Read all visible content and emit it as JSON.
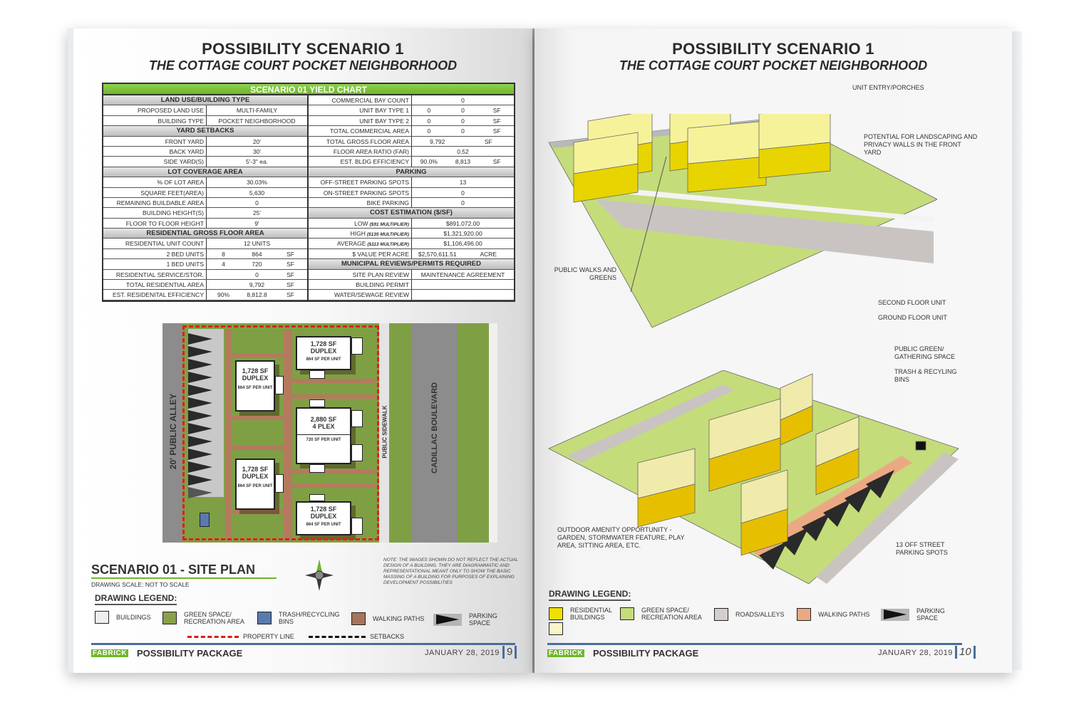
{
  "left_page": {
    "title": "POSSIBILITY SCENARIO 1",
    "subtitle": "THE COTTAGE COURT POCKET NEIGHBORHOOD",
    "yield_chart": {
      "header": "SCENARIO 01 YIELD CHART",
      "left_rows": [
        {
          "type": "section",
          "label": "LAND USE/BUILDING TYPE"
        },
        {
          "label": "PROPOSED LAND USE",
          "values": [
            "MULTI-FAMILY"
          ]
        },
        {
          "label": "BUILDING TYPE",
          "values": [
            "POCKET NEIGHBORHOOD"
          ]
        },
        {
          "type": "section",
          "label": "YARD SETBACKS"
        },
        {
          "label": "FRONT YARD",
          "values": [
            "20'"
          ]
        },
        {
          "label": "BACK YARD",
          "values": [
            "30'"
          ]
        },
        {
          "label": "SIDE YARD(S)",
          "values": [
            "5'-3\" ea."
          ]
        },
        {
          "type": "section",
          "label": "LOT COVERAGE AREA"
        },
        {
          "label": "% OF LOT AREA",
          "values": [
            "30.03%"
          ]
        },
        {
          "label": "SQUARE FEET(AREA)",
          "values": [
            "5,630"
          ]
        },
        {
          "label": "REMAINING BUILDABLE AREA",
          "values": [
            "0"
          ]
        },
        {
          "label": "BUILDING HEIGHT(S)",
          "values": [
            "25'"
          ]
        },
        {
          "label": "FLOOR TO FLOOR HEIGHT",
          "values": [
            "9'"
          ]
        },
        {
          "type": "section",
          "label": "RESIDENTIAL GROSS FLOOR AREA"
        },
        {
          "label": "RESIDENTIAL UNIT COUNT",
          "values": [
            "12 UNITS"
          ]
        },
        {
          "label": "2 BED UNITS",
          "values": [
            "8",
            "864",
            "SF"
          ]
        },
        {
          "label": "1 BED UNITS",
          "values": [
            "4",
            "720",
            "SF"
          ]
        },
        {
          "label": "RESIDENTIAL SERVICE/STOR.",
          "values": [
            "",
            "0",
            "SF"
          ]
        },
        {
          "label": "TOTAL RESIDENTIAL AREA",
          "values": [
            "",
            "9,792",
            "SF"
          ]
        },
        {
          "label": "EST. RESIDENITAL EFFICIENCY",
          "values": [
            "90%",
            "8,812.8",
            "SF"
          ]
        }
      ],
      "right_rows": [
        {
          "label": "COMMERCIAL BAY COUNT",
          "values": [
            "0"
          ]
        },
        {
          "label": "UNIT BAY TYPE 1",
          "values": [
            "0",
            "0",
            "SF"
          ]
        },
        {
          "label": "UNIT BAY TYPE 2",
          "values": [
            "0",
            "0",
            "SF"
          ]
        },
        {
          "label": "TOTAL COMMERCIAL AREA",
          "values": [
            "0",
            "0",
            "SF"
          ]
        },
        {
          "label": "TOTAL GROSS FLOOR AREA",
          "values": [
            "9,792",
            "SF"
          ]
        },
        {
          "label": "FLOOR AREA RATIO (FAR)",
          "values": [
            "0.52"
          ]
        },
        {
          "label": "EST. BLDG EFFICIENCY",
          "values": [
            "90.0%",
            "8,813",
            "SF"
          ]
        },
        {
          "type": "section",
          "label": "PARKING"
        },
        {
          "label": "OFF-STREET PARKING SPOTS",
          "values": [
            "13"
          ]
        },
        {
          "label": "ON-STREET PARKING SPOTS",
          "values": [
            "0"
          ]
        },
        {
          "label": "BIKE PARKING",
          "values": [
            "0"
          ]
        },
        {
          "type": "section",
          "label": "COST ESTIMATION ($/SF)"
        },
        {
          "label": "LOW",
          "note": "($91 MULTIPLIER)",
          "values": [
            "$891,072.00"
          ]
        },
        {
          "label": "HIGH",
          "note": "($135 MULTIPLIER)",
          "values": [
            "$1,321,920.00"
          ]
        },
        {
          "label": "AVERAGE",
          "note": "($113 MULTIPLIER)",
          "values": [
            "$1,106,496.00"
          ]
        },
        {
          "label": "$ VALUE PER ACRE",
          "values": [
            "$2,570,611.51",
            "ACRE"
          ]
        },
        {
          "type": "section",
          "label": "MUNICIPAL REVIEWS/PERMITS REQUIRED"
        },
        {
          "label": "SITE PLAN REVIEW",
          "values": [
            "MAINTENANCE AGREEMENT"
          ]
        },
        {
          "label": "BUILDING PERMIT",
          "values": [
            ""
          ]
        },
        {
          "label": "WATER/SEWAGE REVIEW",
          "values": [
            ""
          ]
        }
      ]
    },
    "site_plan": {
      "alley_label": "20' PUBLIC ALLEY",
      "sidewalk_label": "PUBLIC SIDEWALK",
      "boulevard_label": "CADILLAC BOULEVARD",
      "buildings": [
        {
          "area": "1,728 SF",
          "type": "DUPLEX",
          "per_unit": "864 SF PER UNIT"
        },
        {
          "area": "1,728 SF",
          "type": "DUPLEX",
          "per_unit": "864 SF PER UNIT"
        },
        {
          "area": "2,880 SF",
          "type": "4 PLEX",
          "per_unit": "720 SF PER UNIT"
        },
        {
          "area": "1,728 SF",
          "type": "DUPLEX",
          "per_unit": "864 SF PER UNIT"
        },
        {
          "area": "1,728 SF",
          "type": "DUPLEX",
          "per_unit": "864 SF PER UNIT"
        }
      ]
    },
    "section_title": "SCENARIO 01 -  SITE PLAN",
    "drawing_scale": "DRAWING SCALE: NOT TO SCALE",
    "note": "NOTE: THE IMAGES SHOWN DO NOT REFLECT THE ACTUAL DESIGN OF A BUILDING. THEY ARE DIAGRAMMATIC AND REPRESENTATIONAL MEANT ONLY TO SHOW THE BASIC MASSING OF A BUILDING FOR PURPOSES OF EXPLAINING DEVELOPMENT POSSIBILITIES",
    "legend": {
      "title": "DRAWING LEGEND:",
      "items": [
        {
          "label": "BUILDINGS",
          "color": "#eeeeee"
        },
        {
          "label": "GREEN SPACE/ RECREATION AREA",
          "color": "#8aa04a"
        },
        {
          "label": "TRASH/RECYCLING BINS",
          "color": "#5a7aab"
        },
        {
          "label": "WALKING PATHS",
          "color": "#a8735a"
        },
        {
          "label": "PARKING SPACE"
        }
      ],
      "property_line": "PROPERTY LINE",
      "setbacks": "SETBACKS"
    },
    "footer": {
      "brand": "FABRICK",
      "title": "POSSIBILITY PACKAGE",
      "date": "JANUARY 28, 2019",
      "page": "9"
    }
  },
  "right_page": {
    "title": "POSSIBILITY SCENARIO 1",
    "subtitle": "THE COTTAGE COURT POCKET NEIGHBORHOOD",
    "callouts_top": {
      "entry": "UNIT ENTRY/PORCHES",
      "landscaping": "POTENTIAL FOR LANDSCAPING AND PRIVACY WALLS IN THE FRONT YARD",
      "walks": "PUBLIC WALKS AND GREENS"
    },
    "callouts_bottom": {
      "second_floor": "SECOND FLOOR UNIT",
      "ground_floor": "GROUND FLOOR UNIT",
      "public_green": "PUBLIC GREEN/ GATHERING SPACE",
      "trash": "TRASH & RECYLING BINS",
      "amenity": "OUTDOOR AMENITY OPPORTUNITY - GARDEN, STORMWATER FEATURE, PLAY AREA, SITTING AREA, ETC.",
      "parking": "13 OFF STREET PARKING SPOTS"
    },
    "legend": {
      "title": "DRAWING LEGEND:",
      "items": [
        {
          "label": "RESIDENTIAL BUILDINGS",
          "color": "#f0e000",
          "color2": "#f8f5c8"
        },
        {
          "label": "GREEN SPACE/ RECREATION AREA",
          "color": "#c5dc7a"
        },
        {
          "label": "ROADS/ALLEYS",
          "color": "#d4cfcd"
        },
        {
          "label": "WALKING PATHS",
          "color": "#eba983"
        },
        {
          "label": "PARKING SPACE"
        }
      ]
    },
    "footer": {
      "brand": "FABRICK",
      "title": "POSSIBILITY PACKAGE",
      "date": "JANUARY 28, 2019",
      "page": "10"
    }
  }
}
